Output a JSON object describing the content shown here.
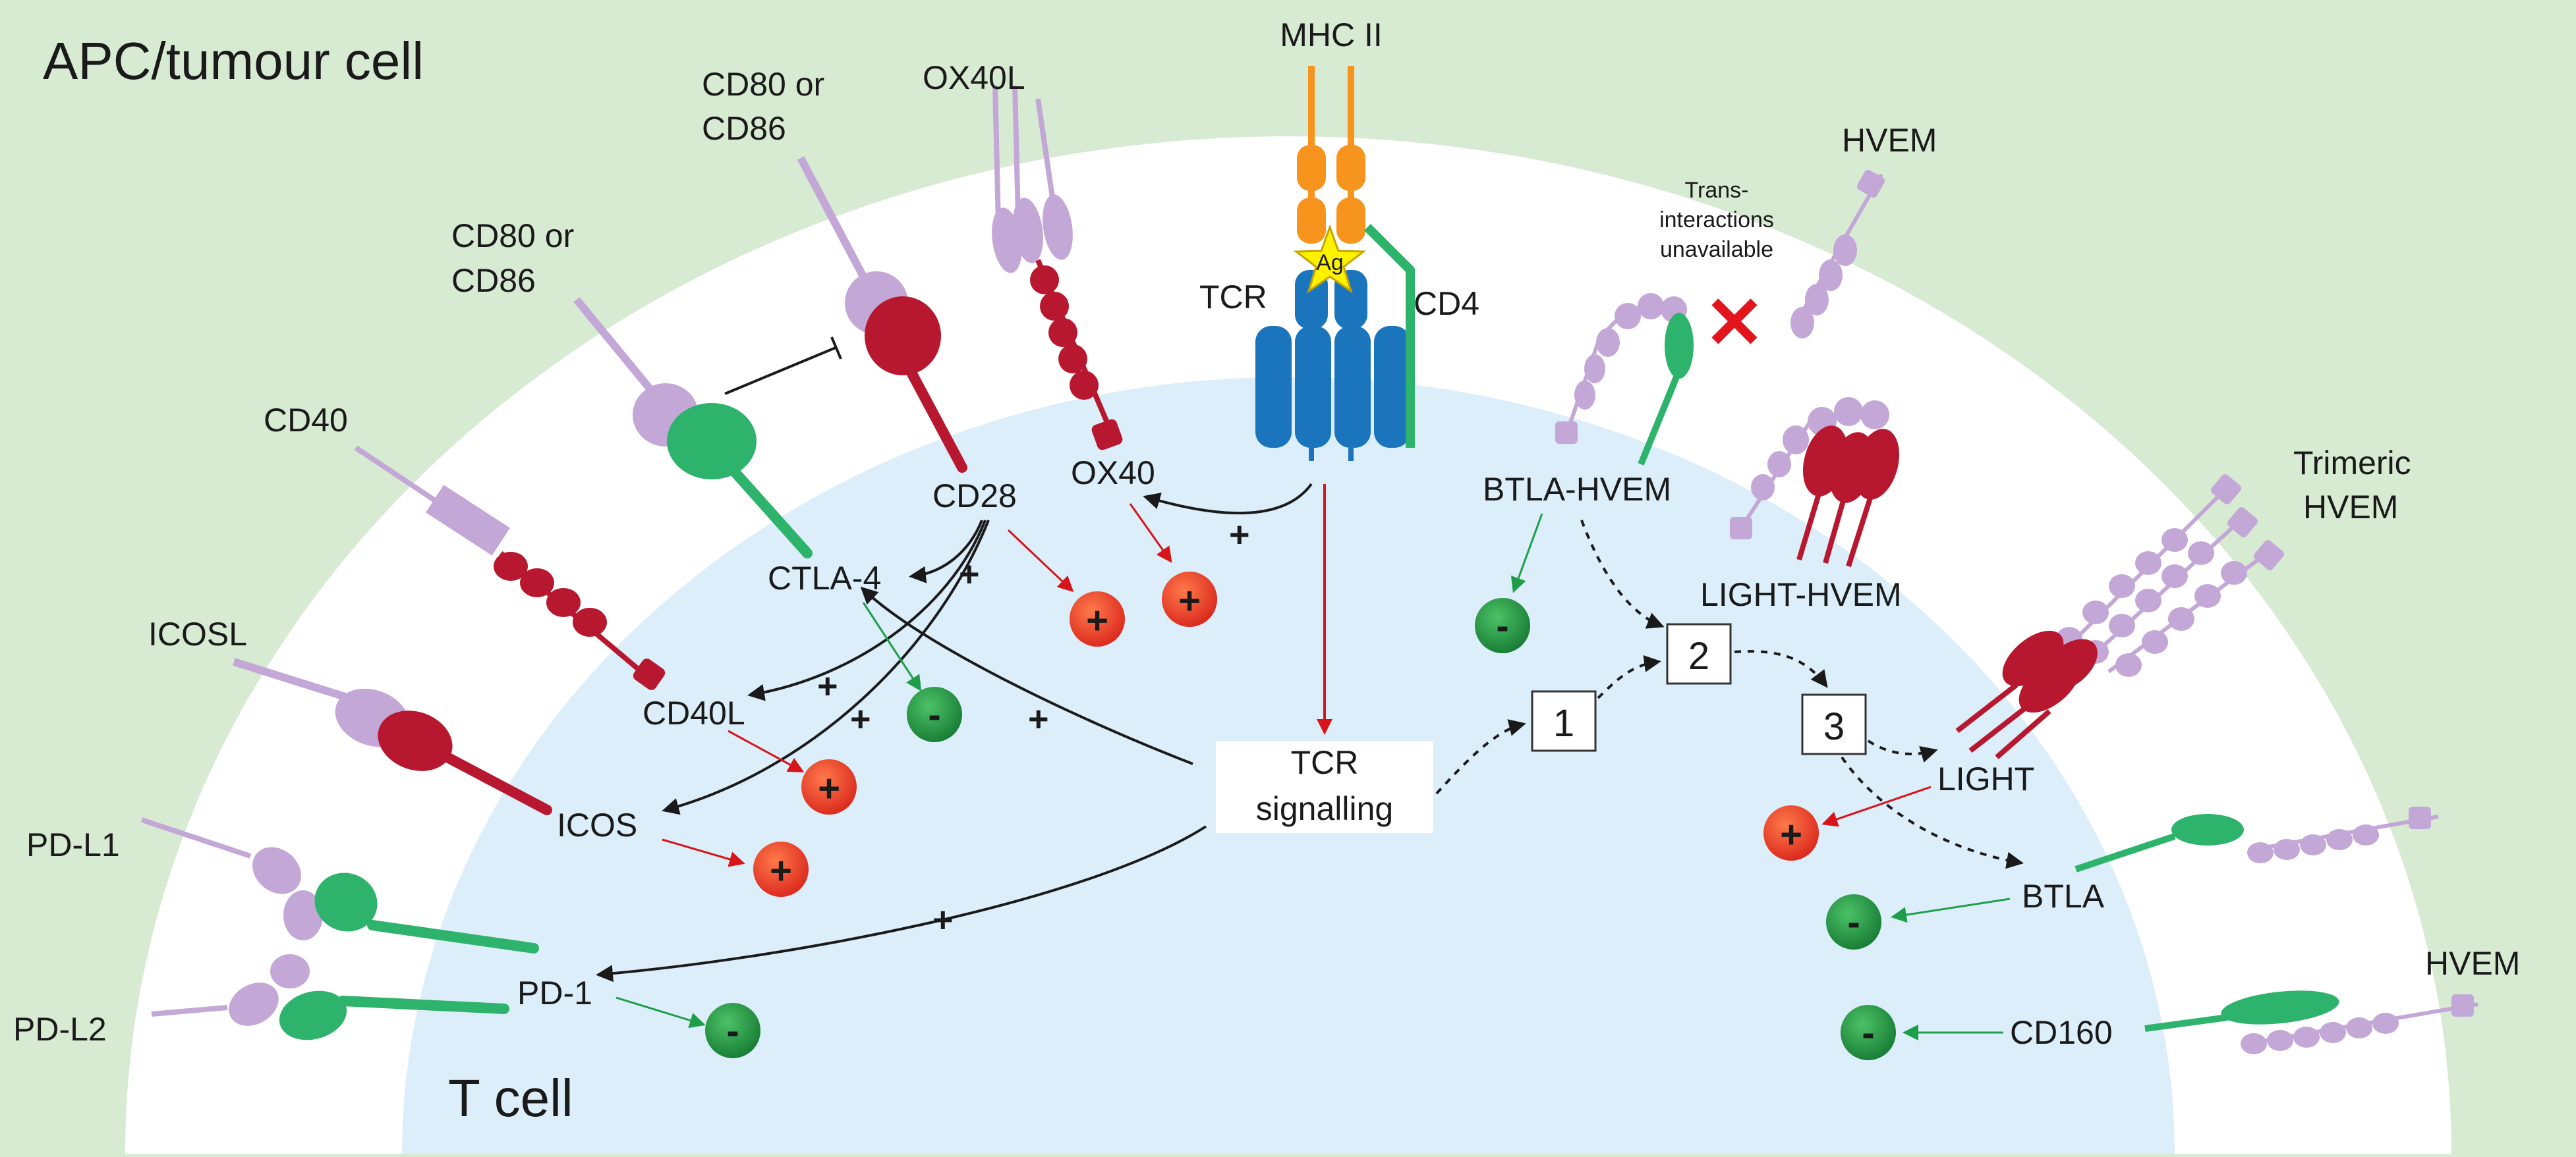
{
  "regions": {
    "outer": "APC/tumour cell",
    "inner": "T cell"
  },
  "colors": {
    "outer_bg": "#d7ead2",
    "middle_bg": "#ffffff",
    "inner_bg": "#dbeef9",
    "lavender": "#c3a7d6",
    "crimson": "#b8182f",
    "green": "#2db36b",
    "orange": "#f7941d",
    "blue": "#1b75bc",
    "plus_badge": "#e8412a",
    "minus_badge": "#1c8c3a"
  },
  "labels": {
    "mhc2": "MHC II",
    "ag": "Ag",
    "tcr": "TCR",
    "cd4": "CD4",
    "ox40l": "OX40L",
    "ox40": "OX40",
    "cd80_a_line1": "CD80 or",
    "cd80_a_line2": "CD86",
    "cd80_b_line1": "CD80 or",
    "cd80_b_line2": "CD86",
    "cd28": "CD28",
    "ctla4": "CTLA-4",
    "cd40": "CD40",
    "cd40l": "CD40L",
    "icosl": "ICOSL",
    "icos": "ICOS",
    "pdl1": "PD-L1",
    "pdl2": "PD-L2",
    "pd1": "PD-1",
    "tcr_sig_line1": "TCR",
    "tcr_sig_line2": "signalling",
    "hvem_top": "HVEM",
    "trans_line1": "Trans-",
    "trans_line2": "interactions",
    "trans_line3": "unavailable",
    "btla_hvem": "BTLA-HVEM",
    "light_hvem": "LIGHT-HVEM",
    "trimeric_line1": "Trimeric",
    "trimeric_line2": "HVEM",
    "light": "LIGHT",
    "btla": "BTLA",
    "hvem_bottom": "HVEM",
    "cd160": "CD160"
  },
  "signs": {
    "plus": "+",
    "minus": "-",
    "cross": "✕"
  },
  "steps": [
    "1",
    "2",
    "3"
  ]
}
